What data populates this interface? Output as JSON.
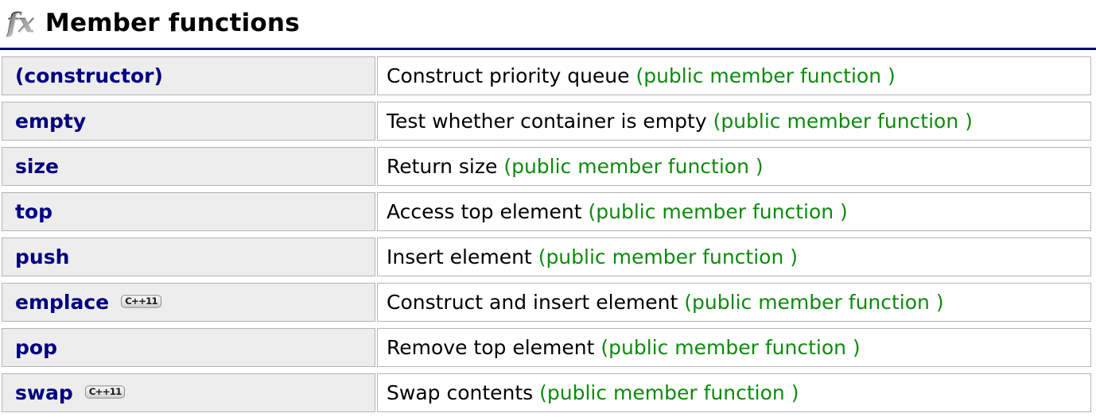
{
  "header": {
    "icon": "fx",
    "title": "Member functions"
  },
  "colors": {
    "link_navy": "#000080",
    "qualifier_green": "#0e8a0e",
    "name_cell_bg": "#ededed",
    "border_gray": "#b4b4b4",
    "header_rule_navy": "#000080"
  },
  "table": {
    "rows": [
      {
        "name": "(constructor)",
        "badge": "",
        "description": "Construct priority queue ",
        "qualifier": "(public member function )"
      },
      {
        "name": "empty",
        "badge": "",
        "description": "Test whether container is empty ",
        "qualifier": "(public member function )"
      },
      {
        "name": "size",
        "badge": "",
        "description": "Return size ",
        "qualifier": "(public member function )"
      },
      {
        "name": "top",
        "badge": "",
        "description": "Access top element ",
        "qualifier": "(public member function )"
      },
      {
        "name": "push",
        "badge": "",
        "description": "Insert element ",
        "qualifier": "(public member function )"
      },
      {
        "name": "emplace",
        "badge": "C++11",
        "description": "Construct and insert element ",
        "qualifier": "(public member function )"
      },
      {
        "name": "pop",
        "badge": "",
        "description": "Remove top element ",
        "qualifier": "(public member function )"
      },
      {
        "name": "swap",
        "badge": "C++11",
        "description": "Swap contents ",
        "qualifier": "(public member function )"
      }
    ]
  }
}
